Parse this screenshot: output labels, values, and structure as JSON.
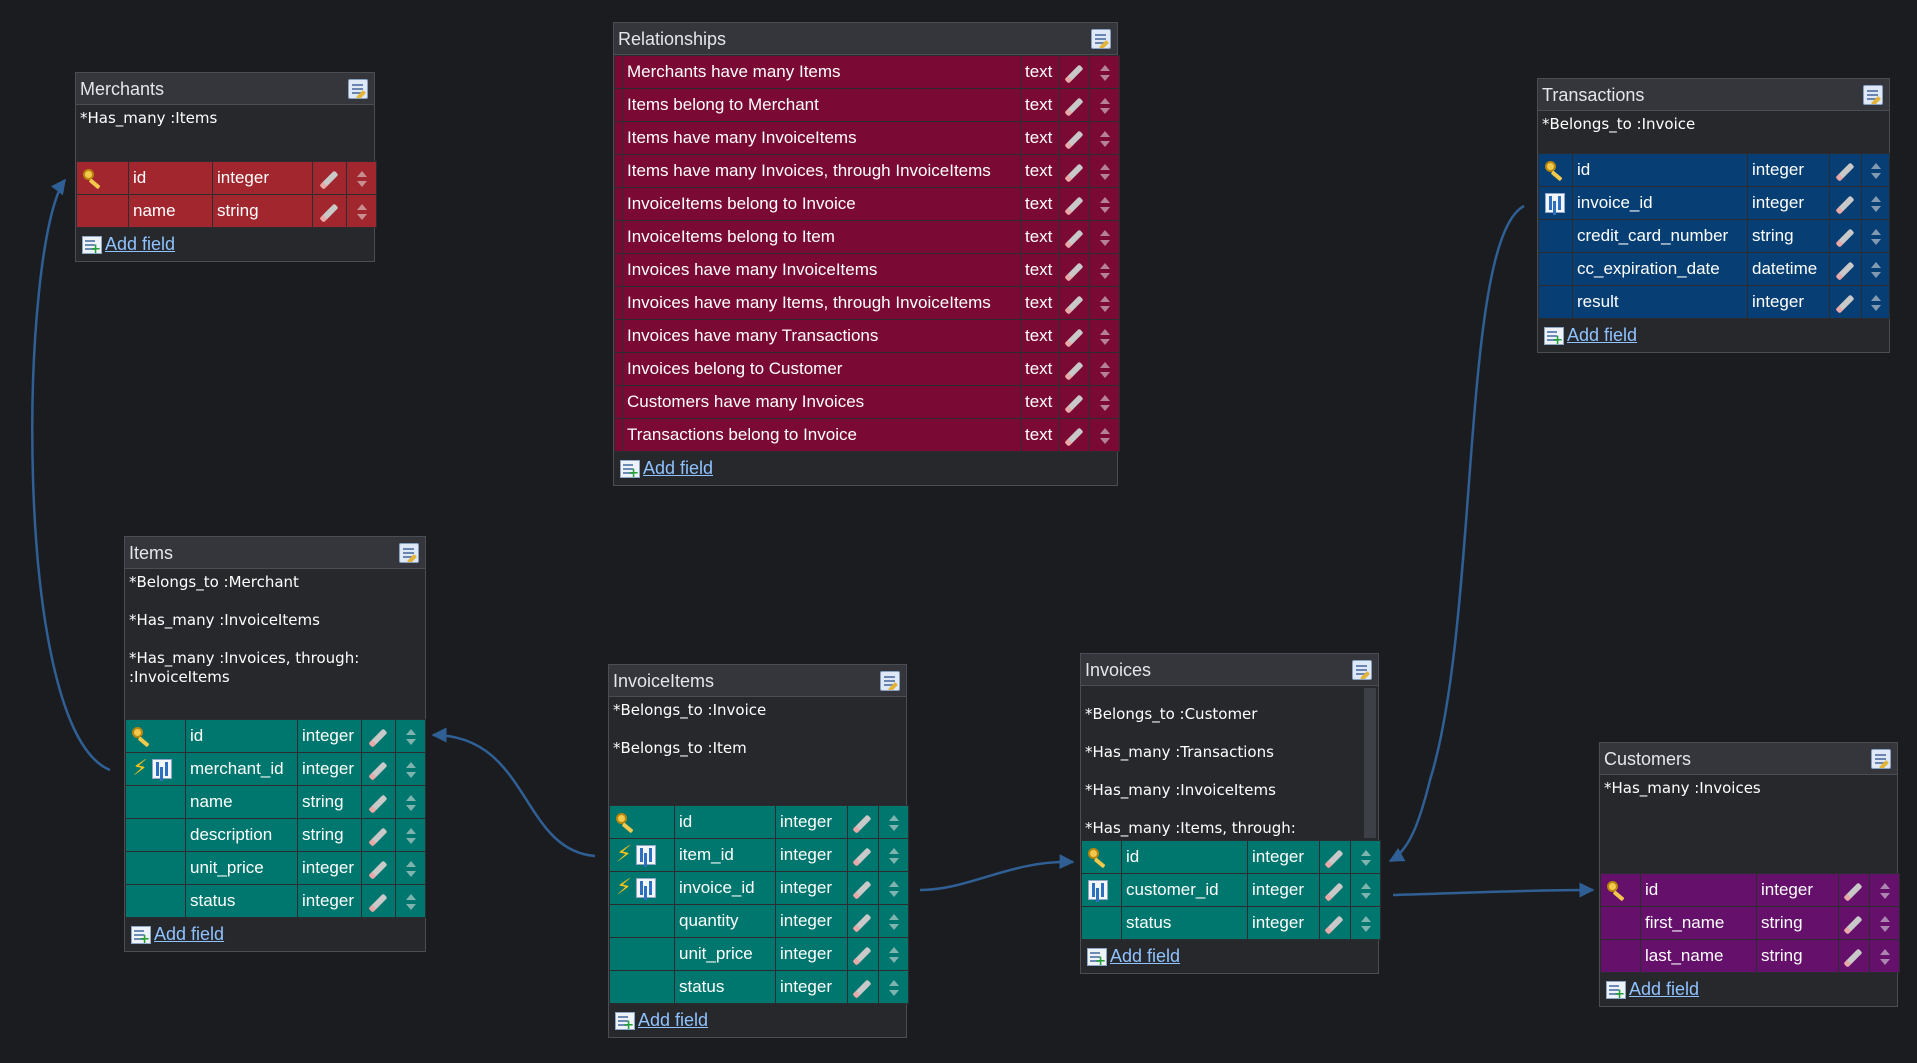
{
  "tables": {
    "merchants": {
      "title": "Merchants",
      "comment": "*Has_many :Items",
      "fields": [
        {
          "name": "id",
          "type": "integer"
        },
        {
          "name": "name",
          "type": "string"
        }
      ],
      "add_label": "Add field"
    },
    "relationships": {
      "title": "Relationships",
      "fields": [
        {
          "name": "Merchants have many Items",
          "type": "text"
        },
        {
          "name": "Items belong to Merchant",
          "type": "text"
        },
        {
          "name": "Items have many InvoiceItems",
          "type": "text"
        },
        {
          "name": "Items have many Invoices, through InvoiceItems",
          "type": "text"
        },
        {
          "name": "InvoiceItems belong to Invoice",
          "type": "text"
        },
        {
          "name": "InvoiceItems belong to Item",
          "type": "text"
        },
        {
          "name": "Invoices have many InvoiceItems",
          "type": "text"
        },
        {
          "name": "Invoices have many Items, through InvoiceItems",
          "type": "text"
        },
        {
          "name": "Invoices have many Transactions",
          "type": "text"
        },
        {
          "name": "Invoices belong to Customer",
          "type": "text"
        },
        {
          "name": "Customers have many Invoices",
          "type": "text"
        },
        {
          "name": "Transactions belong to Invoice",
          "type": "text"
        }
      ],
      "add_label": "Add field"
    },
    "transactions": {
      "title": "Transactions",
      "comment": "*Belongs_to :Invoice",
      "fields": [
        {
          "name": "id",
          "type": "integer"
        },
        {
          "name": "invoice_id",
          "type": "integer"
        },
        {
          "name": "credit_card_number",
          "type": "string"
        },
        {
          "name": "cc_expiration_date",
          "type": "datetime"
        },
        {
          "name": "result",
          "type": "integer"
        }
      ],
      "add_label": "Add field"
    },
    "items": {
      "title": "Items",
      "comment": "*Belongs_to :Merchant\n\n*Has_many :InvoiceItems\n\n*Has_many :Invoices, through:\n:InvoiceItems",
      "fields": [
        {
          "name": "id",
          "type": "integer"
        },
        {
          "name": "merchant_id",
          "type": "integer"
        },
        {
          "name": "name",
          "type": "string"
        },
        {
          "name": "description",
          "type": "string"
        },
        {
          "name": "unit_price",
          "type": "integer"
        },
        {
          "name": "status",
          "type": "integer"
        }
      ],
      "add_label": "Add field"
    },
    "invoiceitems": {
      "title": "InvoiceItems",
      "comment": "*Belongs_to :Invoice\n\n*Belongs_to :Item",
      "fields": [
        {
          "name": "id",
          "type": "integer"
        },
        {
          "name": "item_id",
          "type": "integer"
        },
        {
          "name": "invoice_id",
          "type": "integer"
        },
        {
          "name": "quantity",
          "type": "integer"
        },
        {
          "name": "unit_price",
          "type": "integer"
        },
        {
          "name": "status",
          "type": "integer"
        }
      ],
      "add_label": "Add field"
    },
    "invoices": {
      "title": "Invoices",
      "comment": "*Belongs_to :Customer\n\n*Has_many :Transactions\n\n*Has_many :InvoiceItems\n\n*Has_many :Items, through:\n:InvoiceItems",
      "fields": [
        {
          "name": "id",
          "type": "integer"
        },
        {
          "name": "customer_id",
          "type": "integer"
        },
        {
          "name": "status",
          "type": "integer"
        }
      ],
      "add_label": "Add field"
    },
    "customers": {
      "title": "Customers",
      "comment": "*Has_many :Invoices",
      "fields": [
        {
          "name": "id",
          "type": "integer"
        },
        {
          "name": "first_name",
          "type": "string"
        },
        {
          "name": "last_name",
          "type": "string"
        }
      ],
      "add_label": "Add field"
    }
  },
  "colors": {
    "background": "#1b1c1f",
    "link_line": "#2f5f95",
    "merchants_rows": "#a2262d",
    "relationships_rows": "#7a0a33",
    "transactions_rows": "#073f74",
    "items_rows": "#00776e",
    "invoiceitems_rows": "#00776e",
    "invoices_rows": "#00776e",
    "customers_rows": "#65116c",
    "add_link": "#8fc2ff"
  },
  "icons": {
    "primary_key": "key-icon",
    "foreign_key": "bolt-icon",
    "index": "link-icon",
    "edit_field": "pencil-icon",
    "reorder": "updown-icon",
    "edit_table": "edit-icon",
    "add_field": "add-icon"
  }
}
